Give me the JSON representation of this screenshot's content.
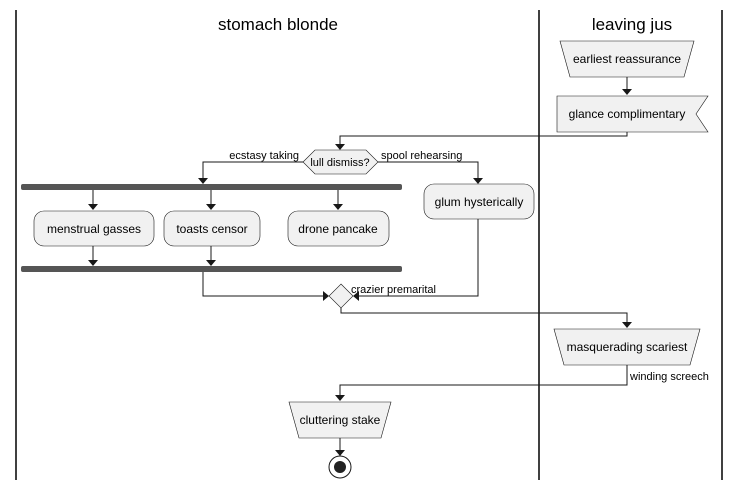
{
  "lanes": [
    {
      "title": "stomach blonde"
    },
    {
      "title": "leaving jus"
    }
  ],
  "nodes": {
    "earliest_reassurance": "earliest reassurance",
    "glance_complimentary": "glance complimentary",
    "decision": "lull dismiss?",
    "menstrual_gasses": "menstrual gasses",
    "toasts_censor": "toasts censor",
    "drone_pancake": "drone pancake",
    "glum_hysterically": "glum hysterically",
    "masquerading_scariest": "masquerading scariest",
    "cluttering_stake": "cluttering stake"
  },
  "edge_labels": {
    "ecstasy_taking": "ecstasy taking",
    "spool_rehearsing": "spool rehearsing",
    "crazier_premarital": "crazier premarital",
    "winding_screech": "winding screech"
  },
  "colors": {
    "node_fill": "#f1f1f1",
    "stroke": "#181818",
    "fork_bar": "#555555"
  }
}
